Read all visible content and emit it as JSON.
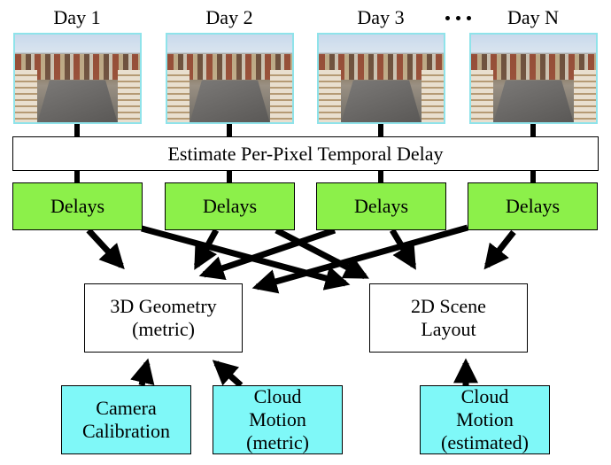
{
  "days": [
    "Day 1",
    "Day 2",
    "Day 3",
    "Day N"
  ],
  "ellipsis_icon": "ellipsis-icon",
  "estimate_label": "Estimate Per-Pixel Temporal Delay",
  "delays_label": "Delays",
  "geometry": {
    "line1": "3D Geometry",
    "line2": "(metric)"
  },
  "scene": {
    "line1": "2D Scene",
    "line2": "Layout"
  },
  "camera": {
    "line1": "Camera",
    "line2": "Calibration"
  },
  "cloud_metric": {
    "line1": "Cloud",
    "line2": "Motion",
    "line3": "(metric)"
  },
  "cloud_estimated": {
    "line1": "Cloud",
    "line2": "Motion",
    "line3": "(estimated)"
  },
  "colors": {
    "delays": "#8cf04a",
    "inputs": "#7ff8f8",
    "image_border": "#8fe3ea"
  }
}
